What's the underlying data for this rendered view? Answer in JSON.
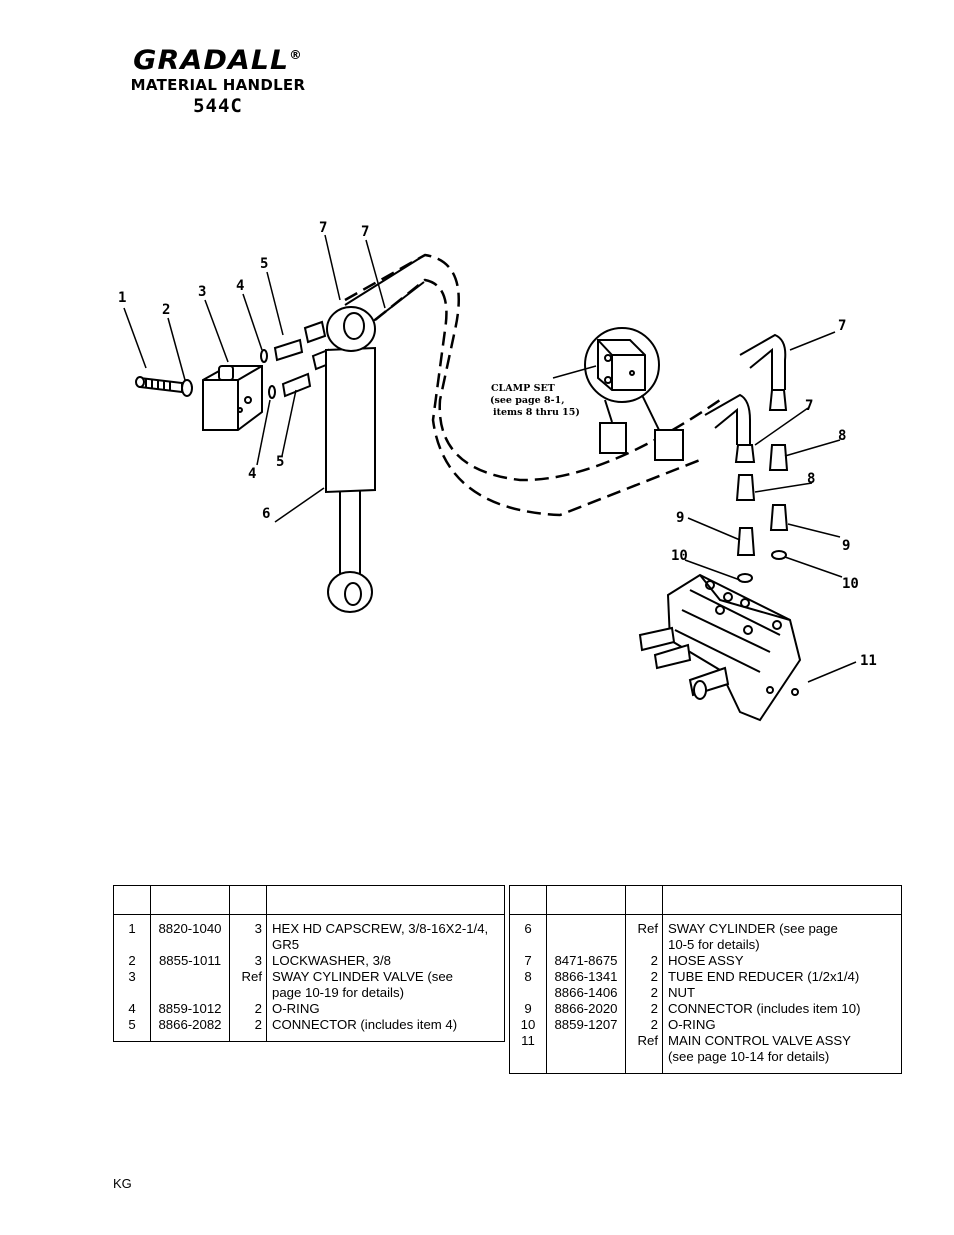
{
  "header": {
    "brand": "GRADALL",
    "registered_mark": "®",
    "subtitle": "MATERIAL HANDLER",
    "model": "544C"
  },
  "diagram": {
    "callouts": {
      "c1": "1",
      "c2": "2",
      "c3": "3",
      "c4a": "4",
      "c4b": "4",
      "c5a": "5",
      "c5b": "5",
      "c6": "6",
      "c7a": "7",
      "c7b": "7",
      "c7c": "7",
      "c7d": "7",
      "c8a": "8",
      "c8b": "8",
      "c9a": "9",
      "c9b": "9",
      "c10a": "10",
      "c10b": "10",
      "c11": "11"
    },
    "clamp_note": [
      "CLAMP SET",
      "(see page 8-1,",
      "items 8 thru 15)"
    ]
  },
  "parts_left": {
    "headers": [
      "",
      "",
      "",
      ""
    ],
    "rows": [
      [
        "1",
        "8820-1040",
        "3",
        "HEX HD CAPSCREW, 3/8-16X2-1/4,"
      ],
      [
        "",
        "",
        "",
        "GR5"
      ],
      [
        "2",
        "8855-1011",
        "3",
        "LOCKWASHER, 3/8"
      ],
      [
        "3",
        "",
        "Ref",
        "SWAY CYLINDER VALVE (see"
      ],
      [
        "",
        "",
        "",
        "page 10-19 for details)"
      ],
      [
        "4",
        "8859-1012",
        "2",
        "O-RING"
      ],
      [
        "5",
        "8866-2082",
        "2",
        "CONNECTOR (includes item 4)"
      ],
      [
        "",
        "",
        "",
        ""
      ],
      [
        "",
        "",
        "",
        ""
      ]
    ]
  },
  "parts_right": {
    "headers": [
      "",
      "",
      "",
      ""
    ],
    "rows": [
      [
        "6",
        "",
        "Ref",
        "SWAY CYLINDER (see page"
      ],
      [
        "",
        "",
        "",
        "10-5 for details)"
      ],
      [
        "7",
        "8471-8675",
        "2",
        "HOSE ASSY"
      ],
      [
        "8",
        "8866-1341",
        "2",
        "TUBE END REDUCER (1/2x1/4)"
      ],
      [
        "",
        "8866-1406",
        "2",
        "NUT"
      ],
      [
        "9",
        "8866-2020",
        "2",
        "CONNECTOR (includes item 10)"
      ],
      [
        "10",
        "8859-1207",
        "2",
        "O-RING"
      ],
      [
        "11",
        "",
        "Ref",
        "MAIN CONTROL VALVE ASSY"
      ],
      [
        "",
        "",
        "",
        "(see page 10-14 for details)"
      ]
    ]
  },
  "footer": {
    "code": "KG"
  }
}
